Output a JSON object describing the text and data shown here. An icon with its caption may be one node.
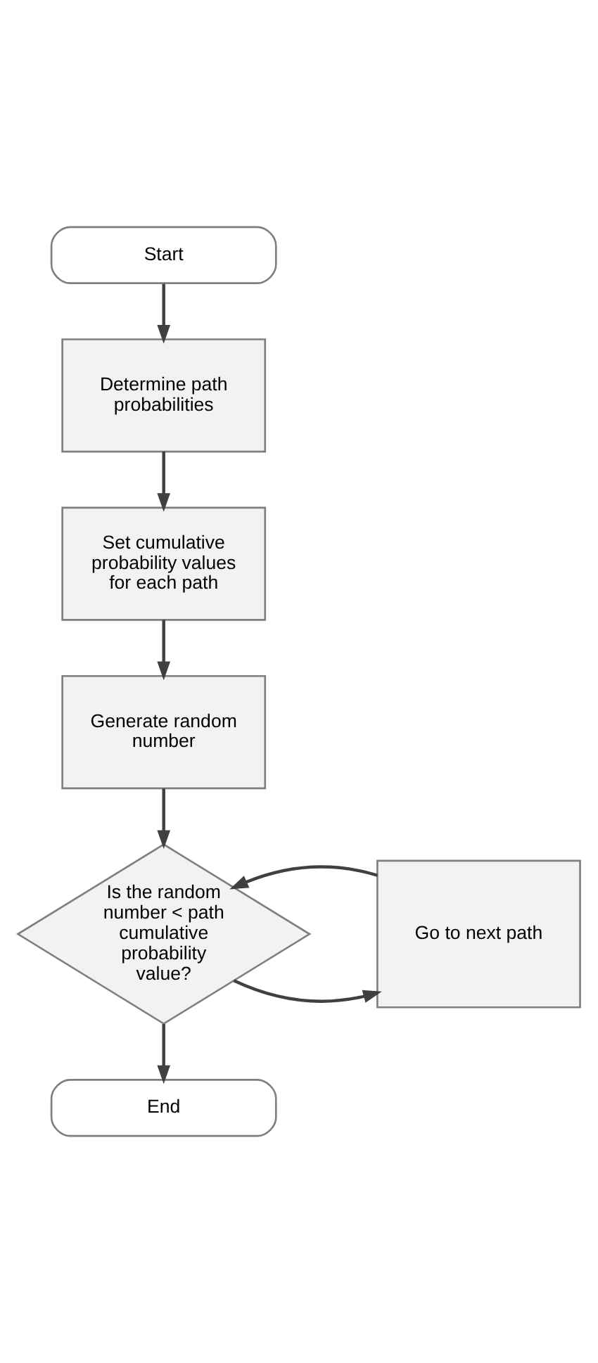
{
  "diagram": {
    "nodes": [
      {
        "text": [
          "Start"
        ]
      },
      {
        "text": [
          "Determine path probabilities"
        ]
      },
      {
        "text": [
          "Set cumulative probability values for each path"
        ]
      },
      {
        "text": [
          "Generate random number"
        ]
      },
      {
        "text": [
          "Is the random number < path cumulative probability value?"
        ]
      },
      {
        "text": [
          "Go to next path"
        ]
      },
      {
        "text": [
          "End"
        ]
      }
    ],
    "edges": [
      {
        "from": 0,
        "to": 1,
        "arrow": "to"
      },
      {
        "from": 1,
        "to": 2,
        "arrow": "to"
      },
      {
        "from": 2,
        "to": 3,
        "arrow": "to"
      },
      {
        "from": 3,
        "to": 4,
        "arrow": "to"
      },
      {
        "from": 4,
        "to": 5,
        "arrow": "to"
      },
      {
        "from": 5,
        "to": 4,
        "arrow": "to"
      },
      {
        "from": 4,
        "to": 6,
        "arrow": "to"
      }
    ]
  }
}
